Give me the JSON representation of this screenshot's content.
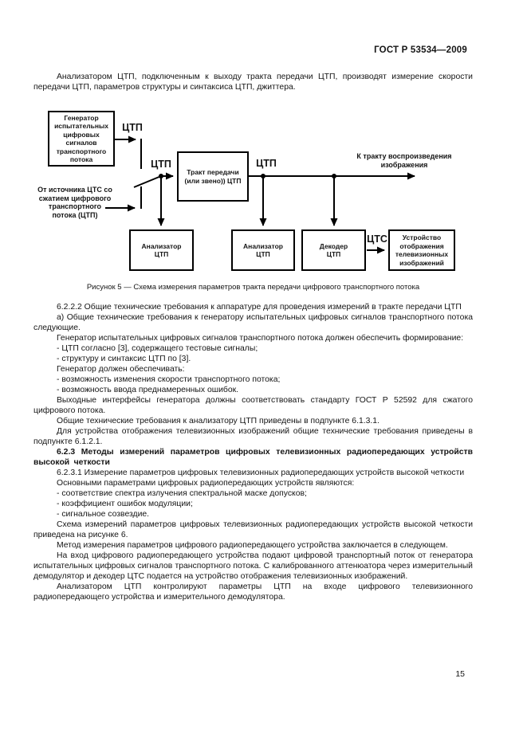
{
  "header": {
    "title": "ГОСТ Р 53534—2009"
  },
  "intro": {
    "text": "Анализатором ЦТП, подключенным к выходу тракта передачи ЦТП, производят измерение скорости передачи ЦТП, параметров структуры и синтаксиса ЦТП, джиттера."
  },
  "figure": {
    "caption": "Рисунок 5 — Схема измерения параметров тракта передачи цифрового транспортного потока",
    "boxes": {
      "generator": "Генератор испытательных цифровых сигналов транспортного потока",
      "transmission_path": "Тракт передачи (или звено)) ЦТП",
      "analyzer_left": "Анализатор ЦТП",
      "analyzer_mid": "Анализатор ЦТП",
      "decoder": "Декодер ЦТП",
      "display_device": "Устройство отображения телевизионных изображений"
    },
    "labels": {
      "ctp_generator_out": "ЦТП",
      "ctp_path_in": "ЦТП",
      "ctp_path_out": "ЦТП",
      "cts_decoder_out": "ЦТС",
      "source": "От источника ЦТС со сжатием цифрового транспортного потока (ЦТП)",
      "to_playback": "К тракту воспроизведения изображения"
    }
  },
  "body_paragraphs": [
    {
      "bold": false,
      "text": "6.2.2.2 Общие технические требования к аппаратуре для проведения измерений в тракте передачи ЦТП"
    },
    {
      "bold": false,
      "text": "а) Общие технические требования к генератору испытательных цифровых сигналов транспортного потока следующие."
    },
    {
      "bold": false,
      "text": "Генератор испытательных цифровых сигналов транспортного потока должен обеспечить формирование:"
    },
    {
      "bold": false,
      "text": "- ЦТП согласно [3], содержащего тестовые сигналы;"
    },
    {
      "bold": false,
      "text": "- структуру и синтаксис ЦТП по [3]."
    },
    {
      "bold": false,
      "text": "Генератор должен обеспечивать:"
    },
    {
      "bold": false,
      "text": "- возможность изменения скорости транспортного потока;"
    },
    {
      "bold": false,
      "text": "- возможность ввода преднамеренных ошибок."
    },
    {
      "bold": false,
      "text": "Выходные интерфейсы генератора должны соответствовать стандарту ГОСТ Р 52592 для сжатого цифрового потока."
    },
    {
      "bold": false,
      "text": "Общие технические требования к анализатору ЦТП приведены в подпункте 6.1.3.1."
    },
    {
      "bold": false,
      "text": "Для устройства отображения телевизионных изображений общие технические требования приведены в подпункте 6.1.2.1."
    },
    {
      "bold": true,
      "text": "6.2.3 Методы измерений параметров цифровых телевизионных радиопередающих устройств высокой четкости"
    },
    {
      "bold": false,
      "text": "6.2.3.1 Измерение параметров цифровых телевизионных радиопередающих устройств высокой четкости"
    },
    {
      "bold": false,
      "text": "Основными параметрами цифровых радиопередающих устройств являются:"
    },
    {
      "bold": false,
      "text": "- соответствие спектра излучения спектральной маске допусков;"
    },
    {
      "bold": false,
      "text": "- коэффициент ошибок модуляции;"
    },
    {
      "bold": false,
      "text": "- сигнальное созвездие."
    },
    {
      "bold": false,
      "text": "Схема измерений параметров цифровых телевизионных радиопередающих устройств высокой четкости приведена на рисунке 6."
    },
    {
      "bold": false,
      "text": "Метод измерения параметров цифрового радиопередающего устройства заключается в следующем."
    },
    {
      "bold": false,
      "text": "На вход цифрового радиопередающего устройства подают цифровой транспортный поток от генератора испытательных цифровых сигналов транспортного потока. С калиброванного аттенюатора через измерительный демодулятор и декодер ЦТС подается на устройство отображения телевизионных изображений."
    },
    {
      "bold": false,
      "text": "Анализатором ЦТП контролируют параметры ЦТП на входе цифрового телевизионного радиопередающего устройства и измерительного демодулятора."
    }
  ],
  "footer": {
    "page_number": "15"
  }
}
